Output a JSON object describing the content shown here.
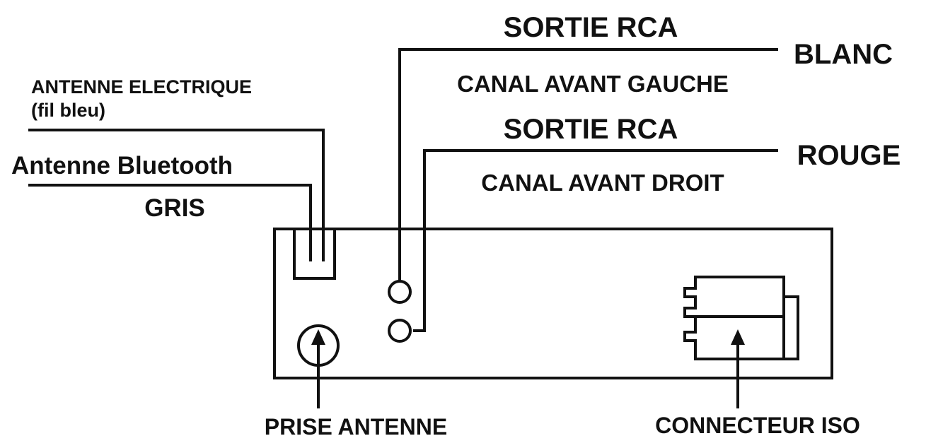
{
  "labels": {
    "sortie_rca_top": "SORTIE RCA",
    "blanc": "BLANC",
    "canal_avant_gauche": "CANAL AVANT GAUCHE",
    "sortie_rca_bottom": "SORTIE RCA",
    "rouge": "ROUGE",
    "canal_avant_droit": "CANAL AVANT DROIT",
    "antenne_electrique": "ANTENNE ELECTRIQUE",
    "fil_bleu": "(fil bleu)",
    "antenne_bluetooth": "Antenne Bluetooth",
    "gris": "GRIS",
    "prise_antenne": "PRISE ANTENNE",
    "connecteur_iso": "CONNECTEUR ISO"
  },
  "colors": {
    "ink": "#111111",
    "background": "#ffffff"
  }
}
